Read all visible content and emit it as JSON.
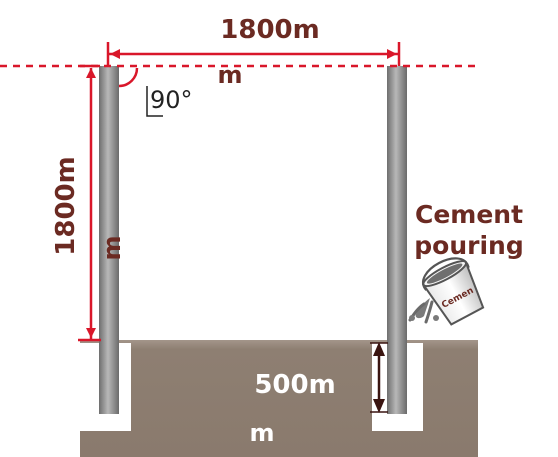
{
  "labels": {
    "top_dim": "1800m",
    "top_dim_unit_wrap": "m",
    "left_dim": "1800m",
    "left_dim_unit_wrap": "m",
    "angle": "90°",
    "depth_dim": "500m",
    "depth_dim_unit_wrap": "m",
    "cement_line1": "Cement",
    "cement_line2": "pouring",
    "bucket_text": "Cemen"
  },
  "colors": {
    "red": "#d9172a",
    "dim_text": "#6b2a22",
    "ground": "#8c7d70",
    "ground_top": "#a89a8e",
    "post": "#8a8a8a",
    "depth_arrow": "#3a1410",
    "white_label": "#ffffff"
  }
}
